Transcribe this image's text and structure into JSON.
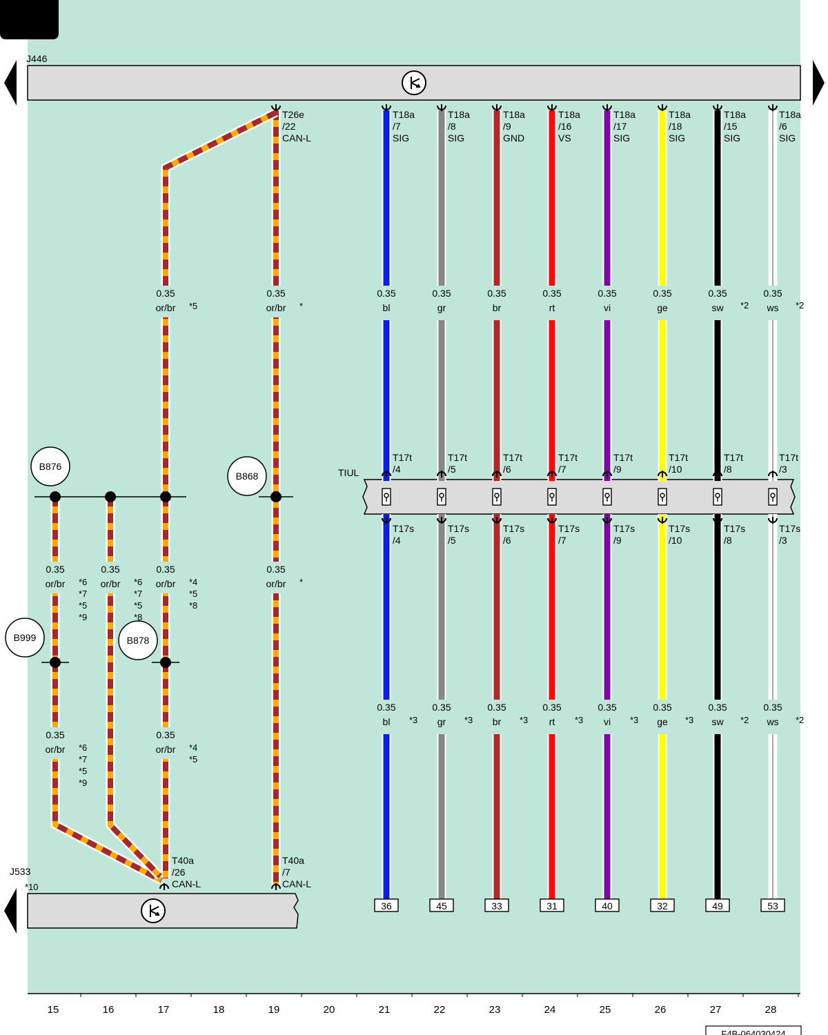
{
  "components": {
    "top": "J446",
    "bottom": "J533",
    "bottom_note": "*10",
    "interface": "TIUL"
  },
  "nodes": [
    "B876",
    "B868",
    "B999",
    "B878"
  ],
  "can_wires": [
    {
      "id": "w17-top",
      "size": "0.35",
      "color": "or/br",
      "note": "*5"
    },
    {
      "id": "w19-top",
      "size": "0.35",
      "color": "or/br",
      "note": "*"
    },
    {
      "id": "w15-mid",
      "size": "0.35",
      "color": "or/br",
      "note": "*6\n*7\n*5\n*9"
    },
    {
      "id": "w16-mid",
      "size": "0.35",
      "color": "or/br",
      "note": "*6\n*7\n*5\n*8"
    },
    {
      "id": "w17-mid",
      "size": "0.35",
      "color": "or/br",
      "note": "*4\n*5\n*8"
    },
    {
      "id": "w19-mid",
      "size": "0.35",
      "color": "or/br",
      "note": "*"
    },
    {
      "id": "w15-low",
      "size": "0.35",
      "color": "or/br",
      "note": "*6\n*7\n*5\n*9"
    },
    {
      "id": "w17-low",
      "size": "0.35",
      "color": "or/br",
      "note": "*4\n*5"
    }
  ],
  "can_pins": {
    "top": "T26e\n/22\nCAN-L",
    "bottom_left": "T40a\n/26\nCAN-L",
    "bottom_right": "T40a\n/7\nCAN-L"
  },
  "signal_wires": [
    {
      "col": 21,
      "hex": "#0a1ee6",
      "code": "bl",
      "size": "0.35",
      "top_pin": "T18a\n/7\nSIG",
      "mid_top": "T17t\n/4",
      "mid_bot": "T17s\n/4",
      "low_note": "*3",
      "top_note": "",
      "terminal": "36"
    },
    {
      "col": 22,
      "hex": "#888888",
      "code": "gr",
      "size": "0.35",
      "top_pin": "T18a\n/8\nSIG",
      "mid_top": "T17t\n/5",
      "mid_bot": "T17s\n/5",
      "low_note": "*3",
      "top_note": "",
      "terminal": "45"
    },
    {
      "col": 23,
      "hex": "#b02828",
      "code": "br",
      "size": "0.35",
      "top_pin": "T18a\n/9\nGND",
      "mid_top": "T17t\n/6",
      "mid_bot": "T17s\n/6",
      "low_note": "*3",
      "top_note": "",
      "terminal": "33"
    },
    {
      "col": 24,
      "hex": "#ff0a0a",
      "code": "rt",
      "size": "0.35",
      "top_pin": "T18a\n/16\nVS",
      "mid_top": "T17t\n/7",
      "mid_bot": "T17s\n/7",
      "low_note": "*3",
      "top_note": "",
      "terminal": "31"
    },
    {
      "col": 25,
      "hex": "#7a0aa0",
      "code": "vi",
      "size": "0.35",
      "top_pin": "T18a\n/17\nSIG",
      "mid_top": "T17t\n/9",
      "mid_bot": "T17s\n/9",
      "low_note": "*3",
      "top_note": "",
      "terminal": "40"
    },
    {
      "col": 26,
      "hex": "#ffff00",
      "code": "ge",
      "size": "0.35",
      "top_pin": "T18a\n/18\nSIG",
      "mid_top": "T17t\n/10",
      "mid_bot": "T17s\n/10",
      "low_note": "*3",
      "top_note": "",
      "terminal": "32"
    },
    {
      "col": 27,
      "hex": "#000000",
      "code": "sw",
      "size": "0.35",
      "top_pin": "T18a\n/15\nSIG",
      "mid_top": "T17t\n/8",
      "mid_bot": "T17s\n/8",
      "low_note": "*2",
      "top_note": "*2",
      "terminal": "49"
    },
    {
      "col": 28,
      "hex": "#ffffff",
      "code": "ws",
      "size": "0.35",
      "top_pin": "T18a\n/6\nSIG",
      "mid_top": "T17t\n/3",
      "mid_bot": "T17s\n/3",
      "low_note": "*2",
      "top_note": "*2",
      "terminal": "53"
    }
  ],
  "columns": [
    "15",
    "16",
    "17",
    "18",
    "19",
    "20",
    "21",
    "22",
    "23",
    "24",
    "25",
    "26",
    "27",
    "28"
  ],
  "doc_id": "F4B-064030424",
  "colors": {
    "background": "#bfe6d9",
    "bar": "#dcdcdc",
    "can_orange": "#ffaa00",
    "can_brown": "#a6282e"
  }
}
